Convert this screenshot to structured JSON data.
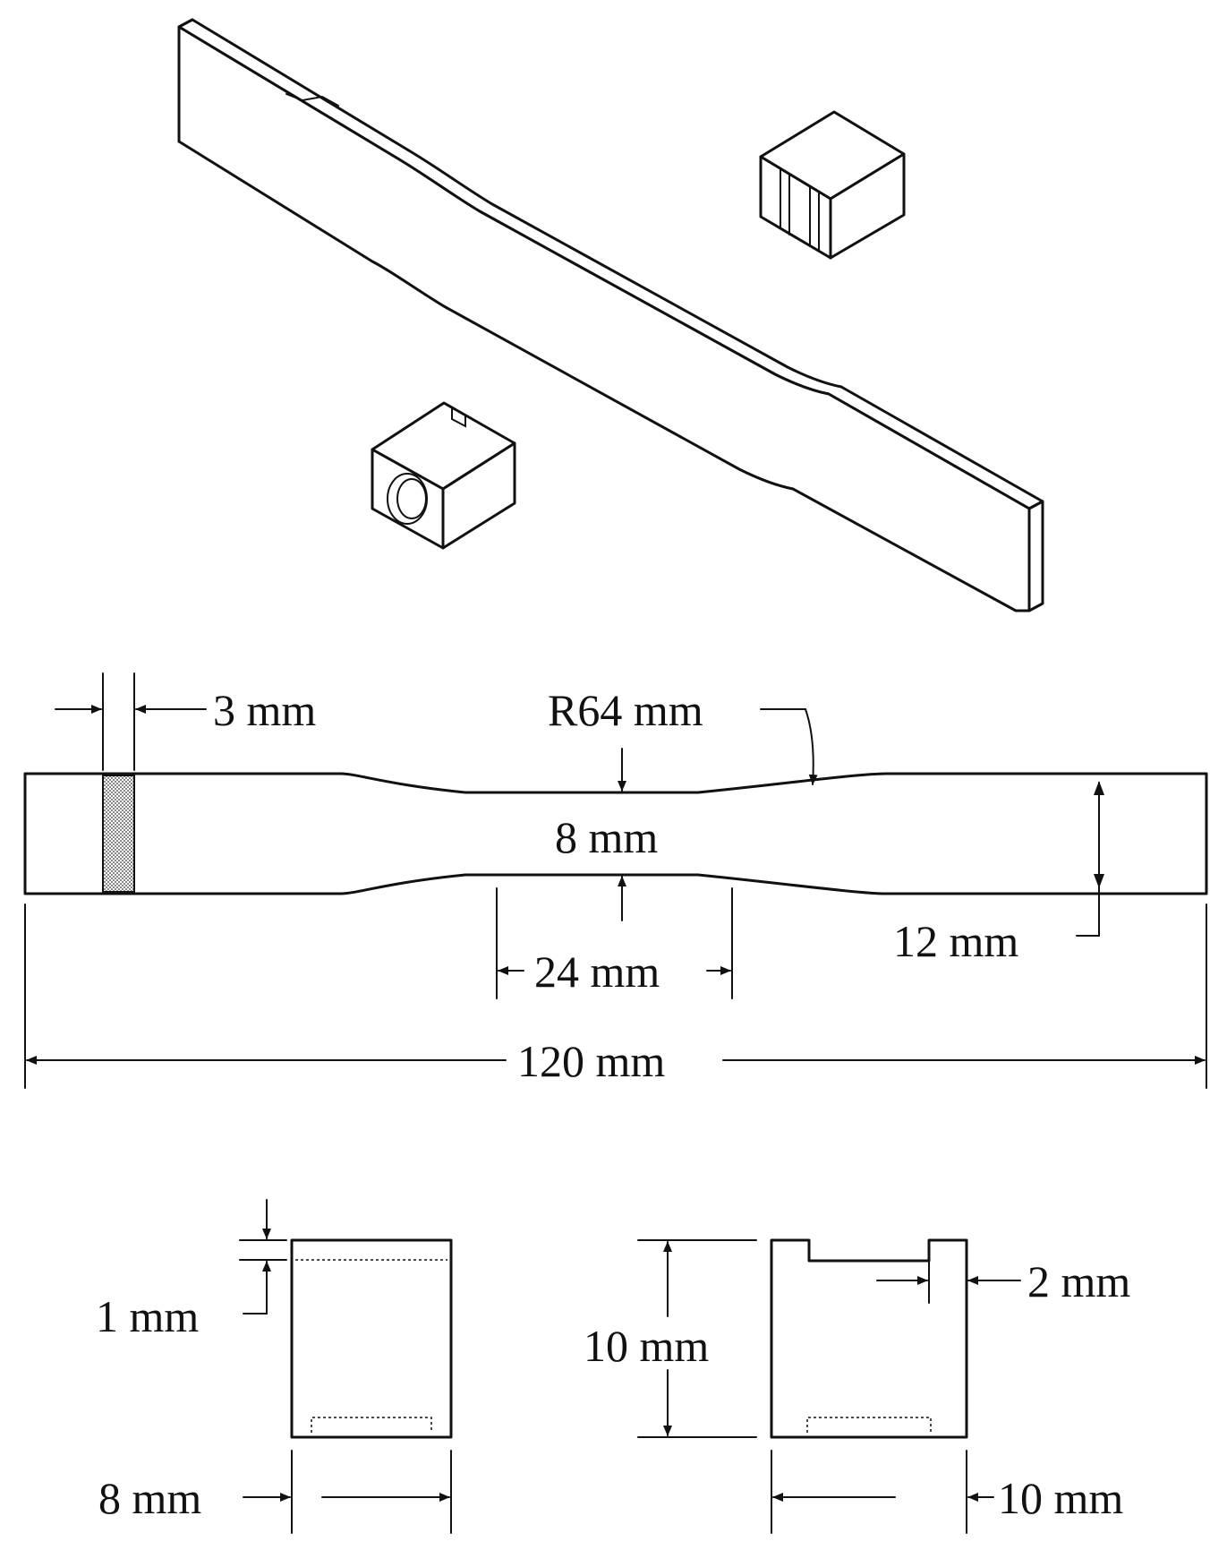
{
  "dimensions": {
    "slot_width": "3 mm",
    "fillet_radius": "R64 mm",
    "neck_width": "8 mm",
    "grip_width": "12 mm",
    "neck_length": "24 mm",
    "total_length": "120 mm",
    "lip_depth": "1 mm",
    "block_a_width": "8 mm",
    "block_b_height": "10 mm",
    "block_b_notch": "2 mm",
    "block_b_width": "10 mm"
  }
}
